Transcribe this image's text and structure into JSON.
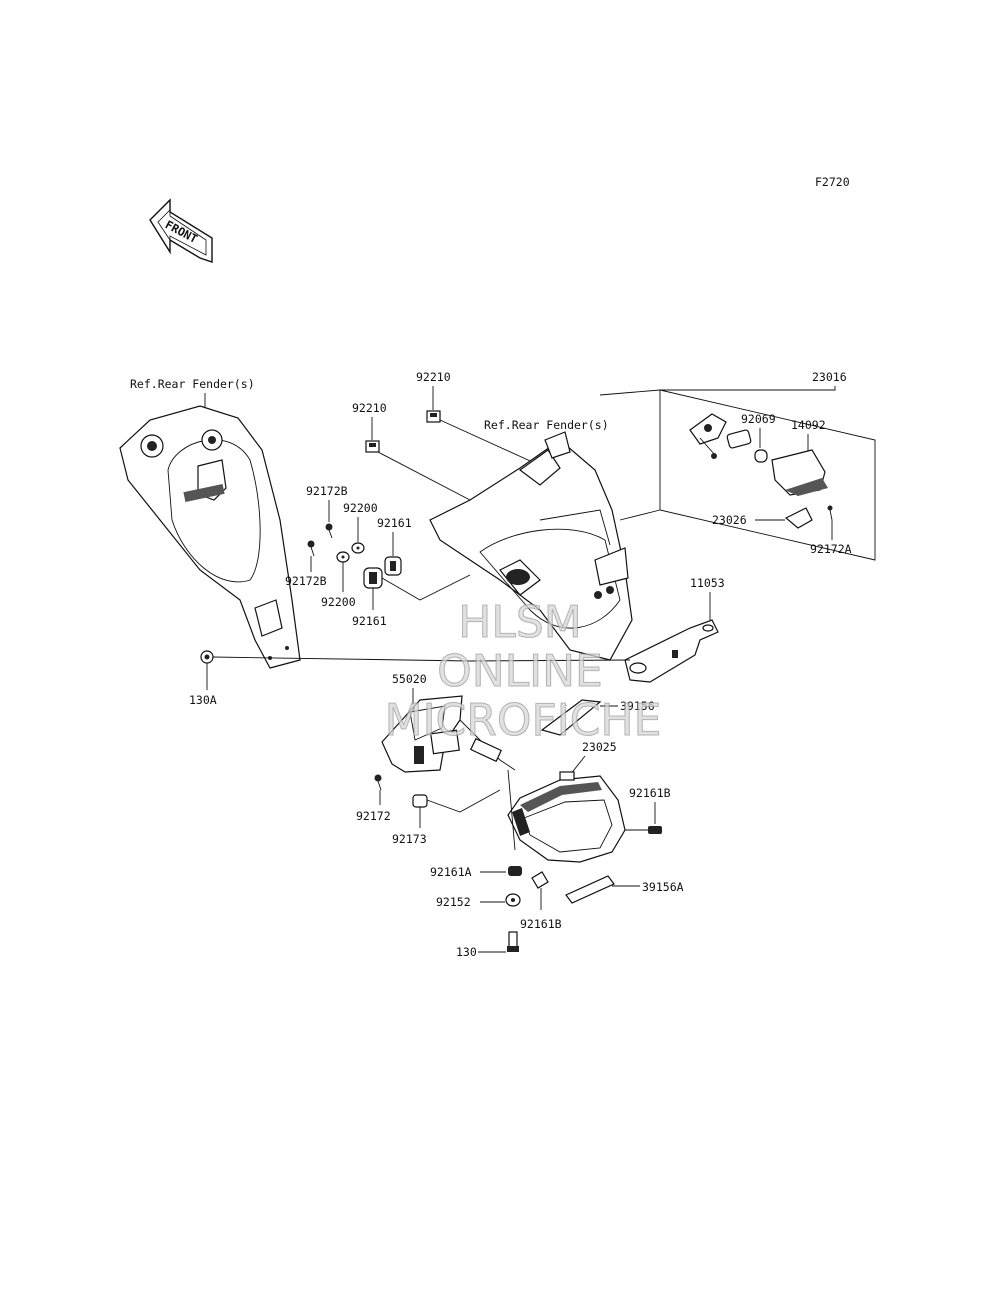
{
  "figure_code": "F2720",
  "front_arrow_text": "FRONT",
  "watermark": {
    "line1": "HLSM",
    "line2": "ONLINE",
    "line3": "MICROFICHE"
  },
  "refs": {
    "rear_fender_left": "Ref.Rear Fender(s)",
    "rear_fender_right": "Ref.Rear Fender(s)"
  },
  "labels": {
    "p92210_a": "92210",
    "p92210_b": "92210",
    "p23016": "23016",
    "p92069": "92069",
    "p14092": "14092",
    "p23026": "23026",
    "p92172A": "92172A",
    "p92172B_a": "92172B",
    "p92172B_b": "92172B",
    "p92200_a": "92200",
    "p92200_b": "92200",
    "p92161_a": "92161",
    "p92161_b": "92161",
    "p11053": "11053",
    "p130A": "130A",
    "p55020": "55020",
    "p39156": "39156",
    "p23025": "23025",
    "p92161B_a": "92161B",
    "p92161B_b": "92161B",
    "p92172": "92172",
    "p92173": "92173",
    "p92161A": "92161A",
    "p92152": "92152",
    "p39156A": "39156A",
    "p130": "130"
  }
}
